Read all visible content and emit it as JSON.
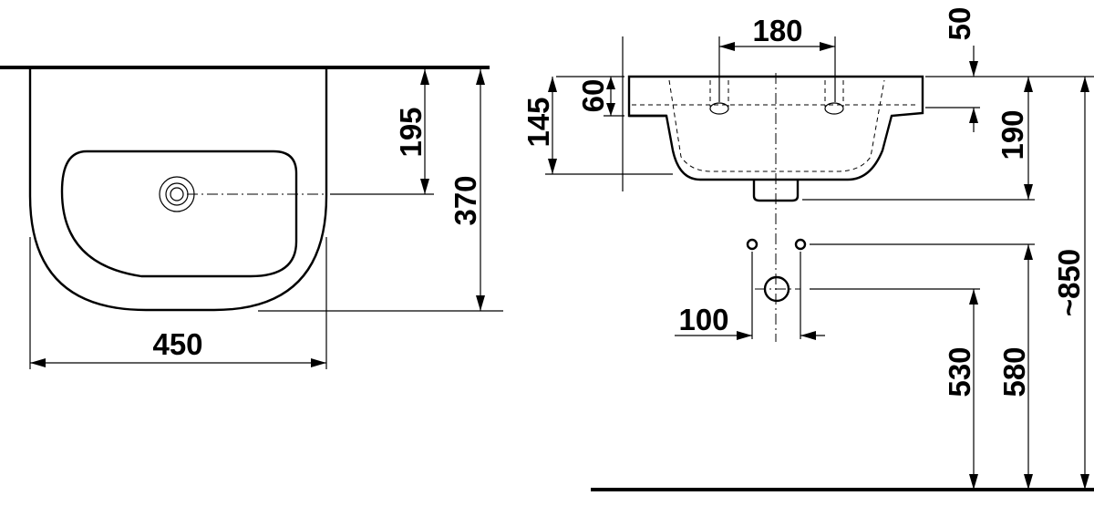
{
  "dimensions": {
    "top_width": "450",
    "top_depth": "370",
    "top_drain_distance": "195",
    "side_tap_spacing": "180",
    "side_rim_overhang": "50",
    "side_rim_height": "60",
    "side_bowl_height": "145",
    "side_total_height": "190",
    "side_fixing_spacing": "100",
    "side_waste_height": "530",
    "side_fixing_height": "580",
    "side_rim_floor_height": "~850"
  }
}
